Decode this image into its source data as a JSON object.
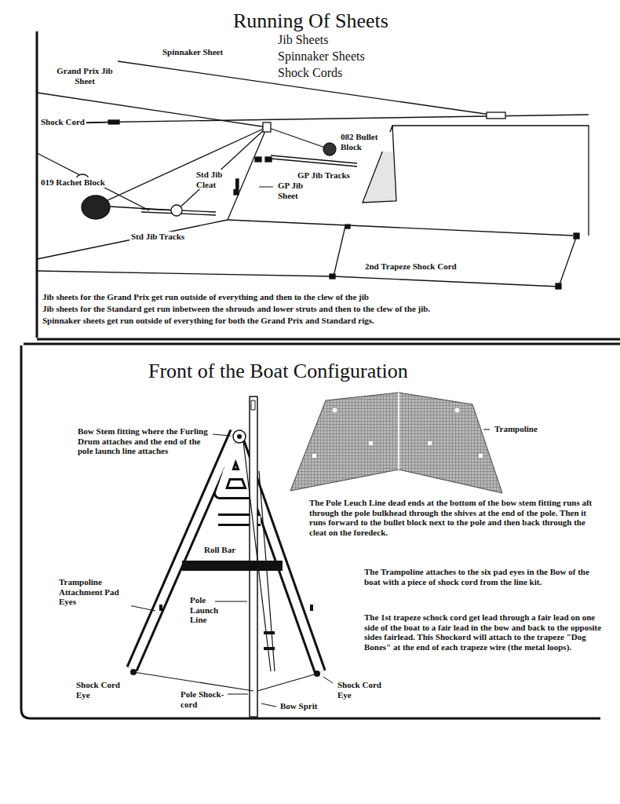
{
  "diagram": {
    "title": "Running Of Sheets",
    "labels": [
      "Jib Sheets",
      "Spinnaker Sheets",
      "Shock Cords",
      "Grand Prix Jib Sheet",
      "Spinnaker Sheet",
      "Shock Cord",
      "082 Bullet Block",
      "GP Jib Tracks",
      "019 Rachet Block",
      "Std Jib Cleat",
      "GP Jib Sheet",
      "Std Jib Tracks",
      "2nd Trapeze Shock Cord",
      "Jib sheets for the Grand Prix get run outside of everything and then to the clew of the jib",
      "Jib sheets for the Standard get run inbetween the shrouds and lower struts and then to the clew of the jib.",
      "Spinnaker sheets get run outside of everything for both the Grand Prix and Standard rigs.",
      "Front of the Boat Configuration",
      "Bow Stem fitting where the Furling Drum attaches and the end of the pole launch line attaches",
      "Trampoline",
      "The Pole Leuch Line dead ends at the bottom of the bow stem fitting runs aft through the pole bulkhead through the shives at the end of the pole. Then it runs forward to the bullet block next to the pole and then back through the cleat on the foredeck.",
      "Roll Bar",
      "The Trampoline attaches to the six pad eyes in the Bow of the boat with a piece of shock cord from the line kit.",
      "Trampoline Attachment Pad Eyes",
      "Pole Launch Line",
      "The 1st trapeze schock cord get lead through a fair lead on one side of the boat to a fair lead in the bow and back to the opposite sides fairlead. This Shockord will attach to the trapeze \"Dog Bones\" at the end of each trapeze wire (the metal loops).",
      "Shock Cord Eye",
      "Pole Shock-cord",
      "Shock Cord Eye",
      "Bow Sprit"
    ]
  }
}
